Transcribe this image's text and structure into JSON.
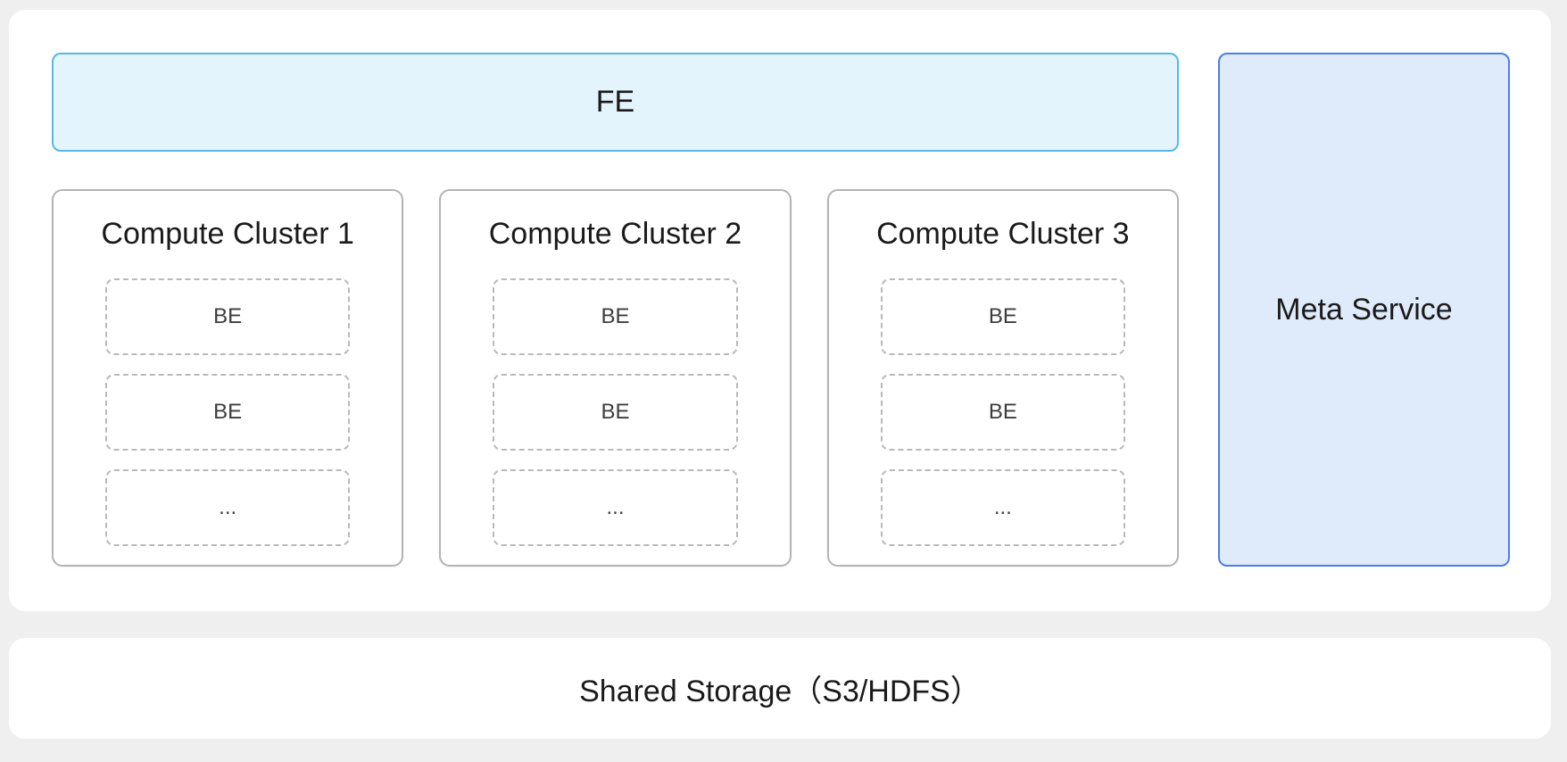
{
  "page": {
    "background_color": "#efefef",
    "panel_color": "#ffffff"
  },
  "diagram": {
    "fe": {
      "label": "FE",
      "fill_color": "#e3f4fc",
      "border_color": "#58b7e8"
    },
    "meta_service": {
      "label": "Meta Service",
      "fill_color": "#dfeafb",
      "border_color": "#4c7de9"
    },
    "clusters": [
      {
        "title": "Compute Cluster 1",
        "nodes": [
          "BE",
          "BE",
          "..."
        ]
      },
      {
        "title": "Compute Cluster 2",
        "nodes": [
          "BE",
          "BE",
          "..."
        ]
      },
      {
        "title": "Compute Cluster 3",
        "nodes": [
          "BE",
          "BE",
          "..."
        ]
      }
    ],
    "cluster_border_color": "#b4b4b4",
    "node_border_color": "#b9b9b9",
    "storage": {
      "label": "Shared Storage（S3/HDFS）"
    }
  }
}
